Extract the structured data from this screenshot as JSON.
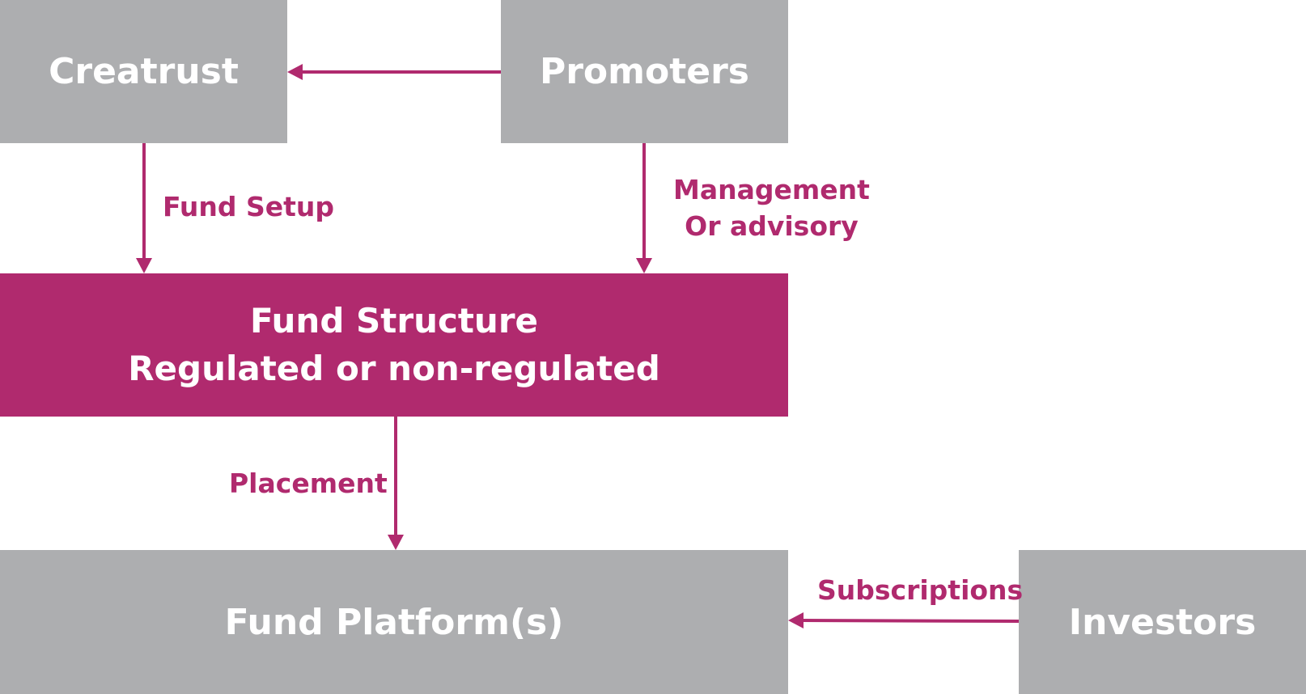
{
  "colors": {
    "box_gray": "#adaeb0",
    "accent": "#b02a6e",
    "text_on_box": "#ffffff"
  },
  "nodes": {
    "creatrust": "Creatrust",
    "promoters": "Promoters",
    "fund_structure": {
      "line1": "Fund Structure",
      "line2": "Regulated or non-regulated"
    },
    "fund_platforms": "Fund Platform(s)",
    "investors": "Investors"
  },
  "edges": {
    "fund_setup": "Fund Setup",
    "management": {
      "line1": "Management",
      "line2": "Or advisory"
    },
    "placement": "Placement",
    "subscriptions": "Subscriptions"
  }
}
